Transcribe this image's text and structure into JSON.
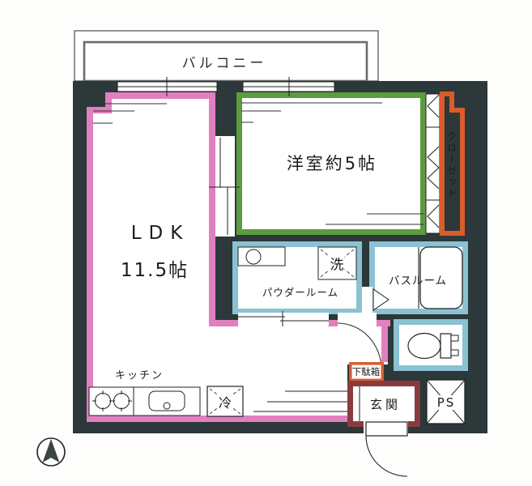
{
  "title": "apartment-floor-plan",
  "colors": {
    "wall_dark": "#2c3839",
    "ldk_pink": "#e27fbf",
    "room_green": "#5d9b41",
    "wet_cyan": "#8ac2d4",
    "closet_orange": "#da5c2a",
    "entrance_maroon": "#8a3a3e",
    "line_dark": "#222222",
    "balcony_gray": "#5a5a5a"
  },
  "labels": {
    "balcony": "バルコニー",
    "western_room": "洋室約5帖",
    "ldk_name": "LDK",
    "ldk_size": "11.5帖",
    "closet": "クローゼット",
    "powder_room": "パウダールーム",
    "washer": "洗",
    "bathroom": "バスルーム",
    "kitchen": "キッチン",
    "fridge": "冷",
    "shoe_box": "下駄箱",
    "entrance": "玄関",
    "pipe_space": "PS"
  },
  "icons": {
    "compass": "north-arrow-compass"
  }
}
